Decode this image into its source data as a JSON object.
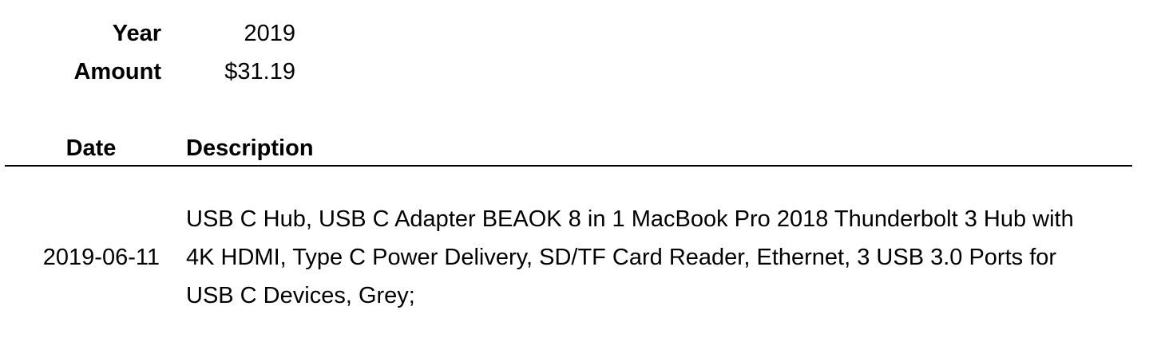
{
  "summary": {
    "year_label": "Year",
    "year_value": "2019",
    "amount_label": "Amount",
    "amount_value": "$31.19"
  },
  "table": {
    "columns": [
      "Date",
      "Description"
    ],
    "rows": [
      {
        "date": "2019-06-11",
        "description": "USB C Hub, USB C Adapter BEAOK 8 in 1 MacBook Pro 2018 Thunderbolt 3 Hub with 4K HDMI, Type C Power Delivery, SD/TF Card Reader, Ethernet, 3 USB 3.0 Ports for USB C Devices, Grey;"
      }
    ]
  }
}
